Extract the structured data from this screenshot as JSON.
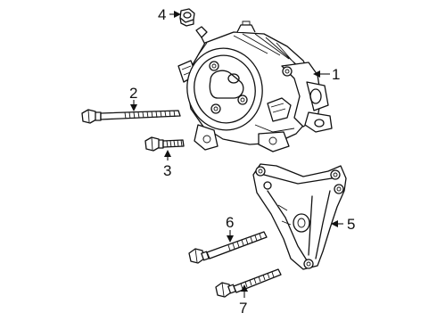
{
  "diagram": {
    "callouts": [
      {
        "id": "1",
        "label": "1",
        "part": "alternator"
      },
      {
        "id": "2",
        "label": "2",
        "part": "long-bolt"
      },
      {
        "id": "3",
        "label": "3",
        "part": "short-bolt"
      },
      {
        "id": "4",
        "label": "4",
        "part": "nut"
      },
      {
        "id": "5",
        "label": "5",
        "part": "mounting-bracket"
      },
      {
        "id": "6",
        "label": "6",
        "part": "bracket-bolt-upper"
      },
      {
        "id": "7",
        "label": "7",
        "part": "bracket-bolt-lower"
      }
    ]
  }
}
